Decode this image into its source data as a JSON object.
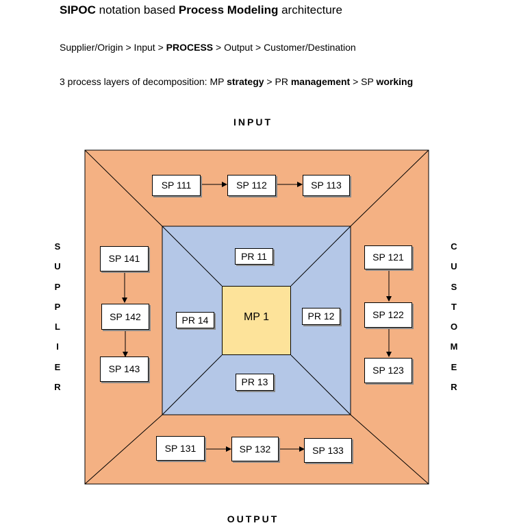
{
  "header": {
    "title_parts": [
      {
        "text": "SIPOC",
        "bold": true
      },
      {
        "text": " notation based ",
        "bold": false
      },
      {
        "text": "Process Modeling",
        "bold": true
      },
      {
        "text": " architecture",
        "bold": false
      }
    ],
    "line1_parts": [
      {
        "text": "Supplier/Origin > Input > ",
        "bold": false
      },
      {
        "text": "PROCESS",
        "bold": true
      },
      {
        "text": " > Output > Customer/Destination",
        "bold": false
      }
    ],
    "line2_parts": [
      {
        "text": "3 process layers of decomposition: MP ",
        "bold": false
      },
      {
        "text": "strategy",
        "bold": true
      },
      {
        "text": " > PR ",
        "bold": false
      },
      {
        "text": "management",
        "bold": true
      },
      {
        "text": " > SP ",
        "bold": false
      },
      {
        "text": "working",
        "bold": true
      }
    ]
  },
  "labels": {
    "input": "INPUT",
    "output": "OUTPUT",
    "supplier_letters": [
      "S",
      "U",
      "P",
      "P",
      "L",
      "I",
      "E",
      "R"
    ],
    "customer_letters": [
      "C",
      "U",
      "S",
      "T",
      "O",
      "M",
      "E",
      "R"
    ]
  },
  "center": {
    "label": "MP 1"
  },
  "pr_boxes": [
    "PR 11",
    "PR 12",
    "PR 13",
    "PR 14"
  ],
  "sp_boxes": {
    "top": [
      "SP 111",
      "SP 112",
      "SP 113"
    ],
    "right": [
      "SP 121",
      "SP 122",
      "SP 123"
    ],
    "bottom": [
      "SP 131",
      "SP 132",
      "SP 133"
    ],
    "left": [
      "SP 141",
      "SP 142",
      "SP 143"
    ]
  },
  "colors": {
    "outer": "#f4b183",
    "middle": "#b4c7e7",
    "center": "#fde39a"
  }
}
